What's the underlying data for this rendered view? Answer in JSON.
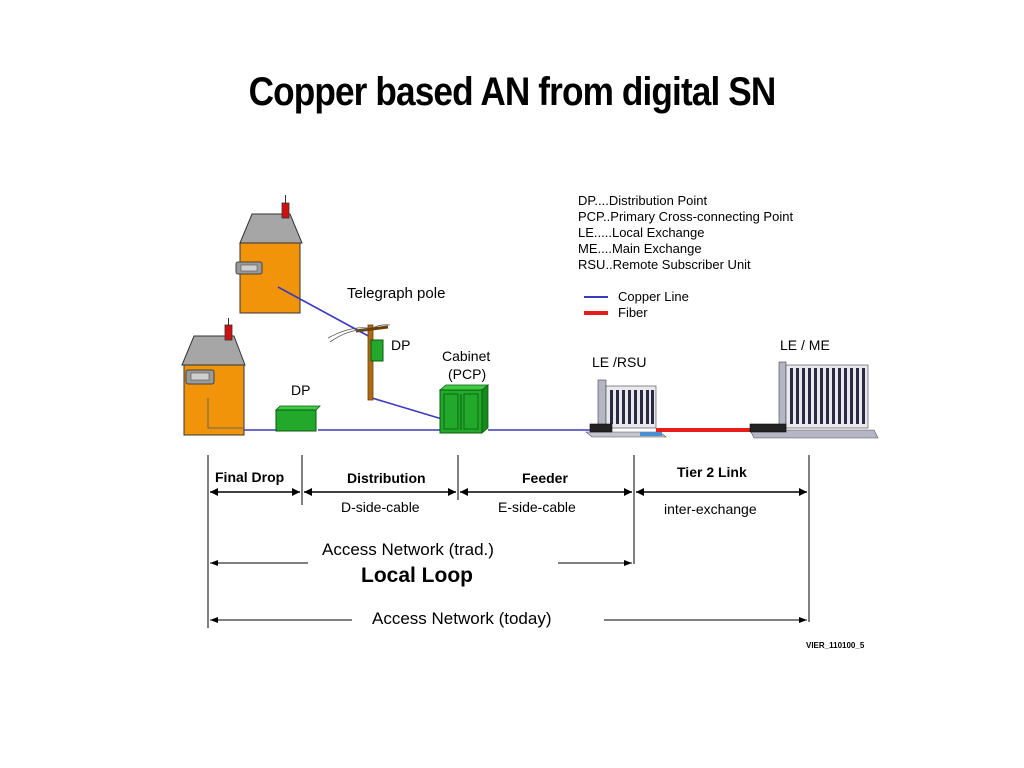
{
  "title": "Copper based AN from digital SN",
  "legend": {
    "abbreviations": [
      "DP....Distribution Point",
      "PCP..Primary Cross-connecting Point",
      "LE.....Local Exchange",
      "ME....Main Exchange",
      "RSU..Remote Subscriber Unit"
    ],
    "copper_line": "Copper Line",
    "fiber": "Fiber",
    "copper_color": "#3b3bbf",
    "fiber_color": "#e81c1c"
  },
  "labels": {
    "telegraph_pole": "Telegraph pole",
    "dp_pole": "DP",
    "dp_ground": "DP",
    "cabinet_line1": "Cabinet",
    "cabinet_line2": "(PCP)",
    "le_rsu": "LE /RSU",
    "le_me": "LE / ME"
  },
  "segments": {
    "final_drop": "Final Drop",
    "distribution": "Distribution",
    "feeder": "Feeder",
    "tier2": "Tier 2 Link",
    "d_side": "D-side-cable",
    "e_side": "E-side-cable",
    "inter_exchange": "inter-exchange"
  },
  "spans": {
    "access_trad": "Access Network (trad.)",
    "local_loop": "Local Loop",
    "access_today": "Access Network (today)"
  },
  "footer_id": "VIER_110100_5"
}
